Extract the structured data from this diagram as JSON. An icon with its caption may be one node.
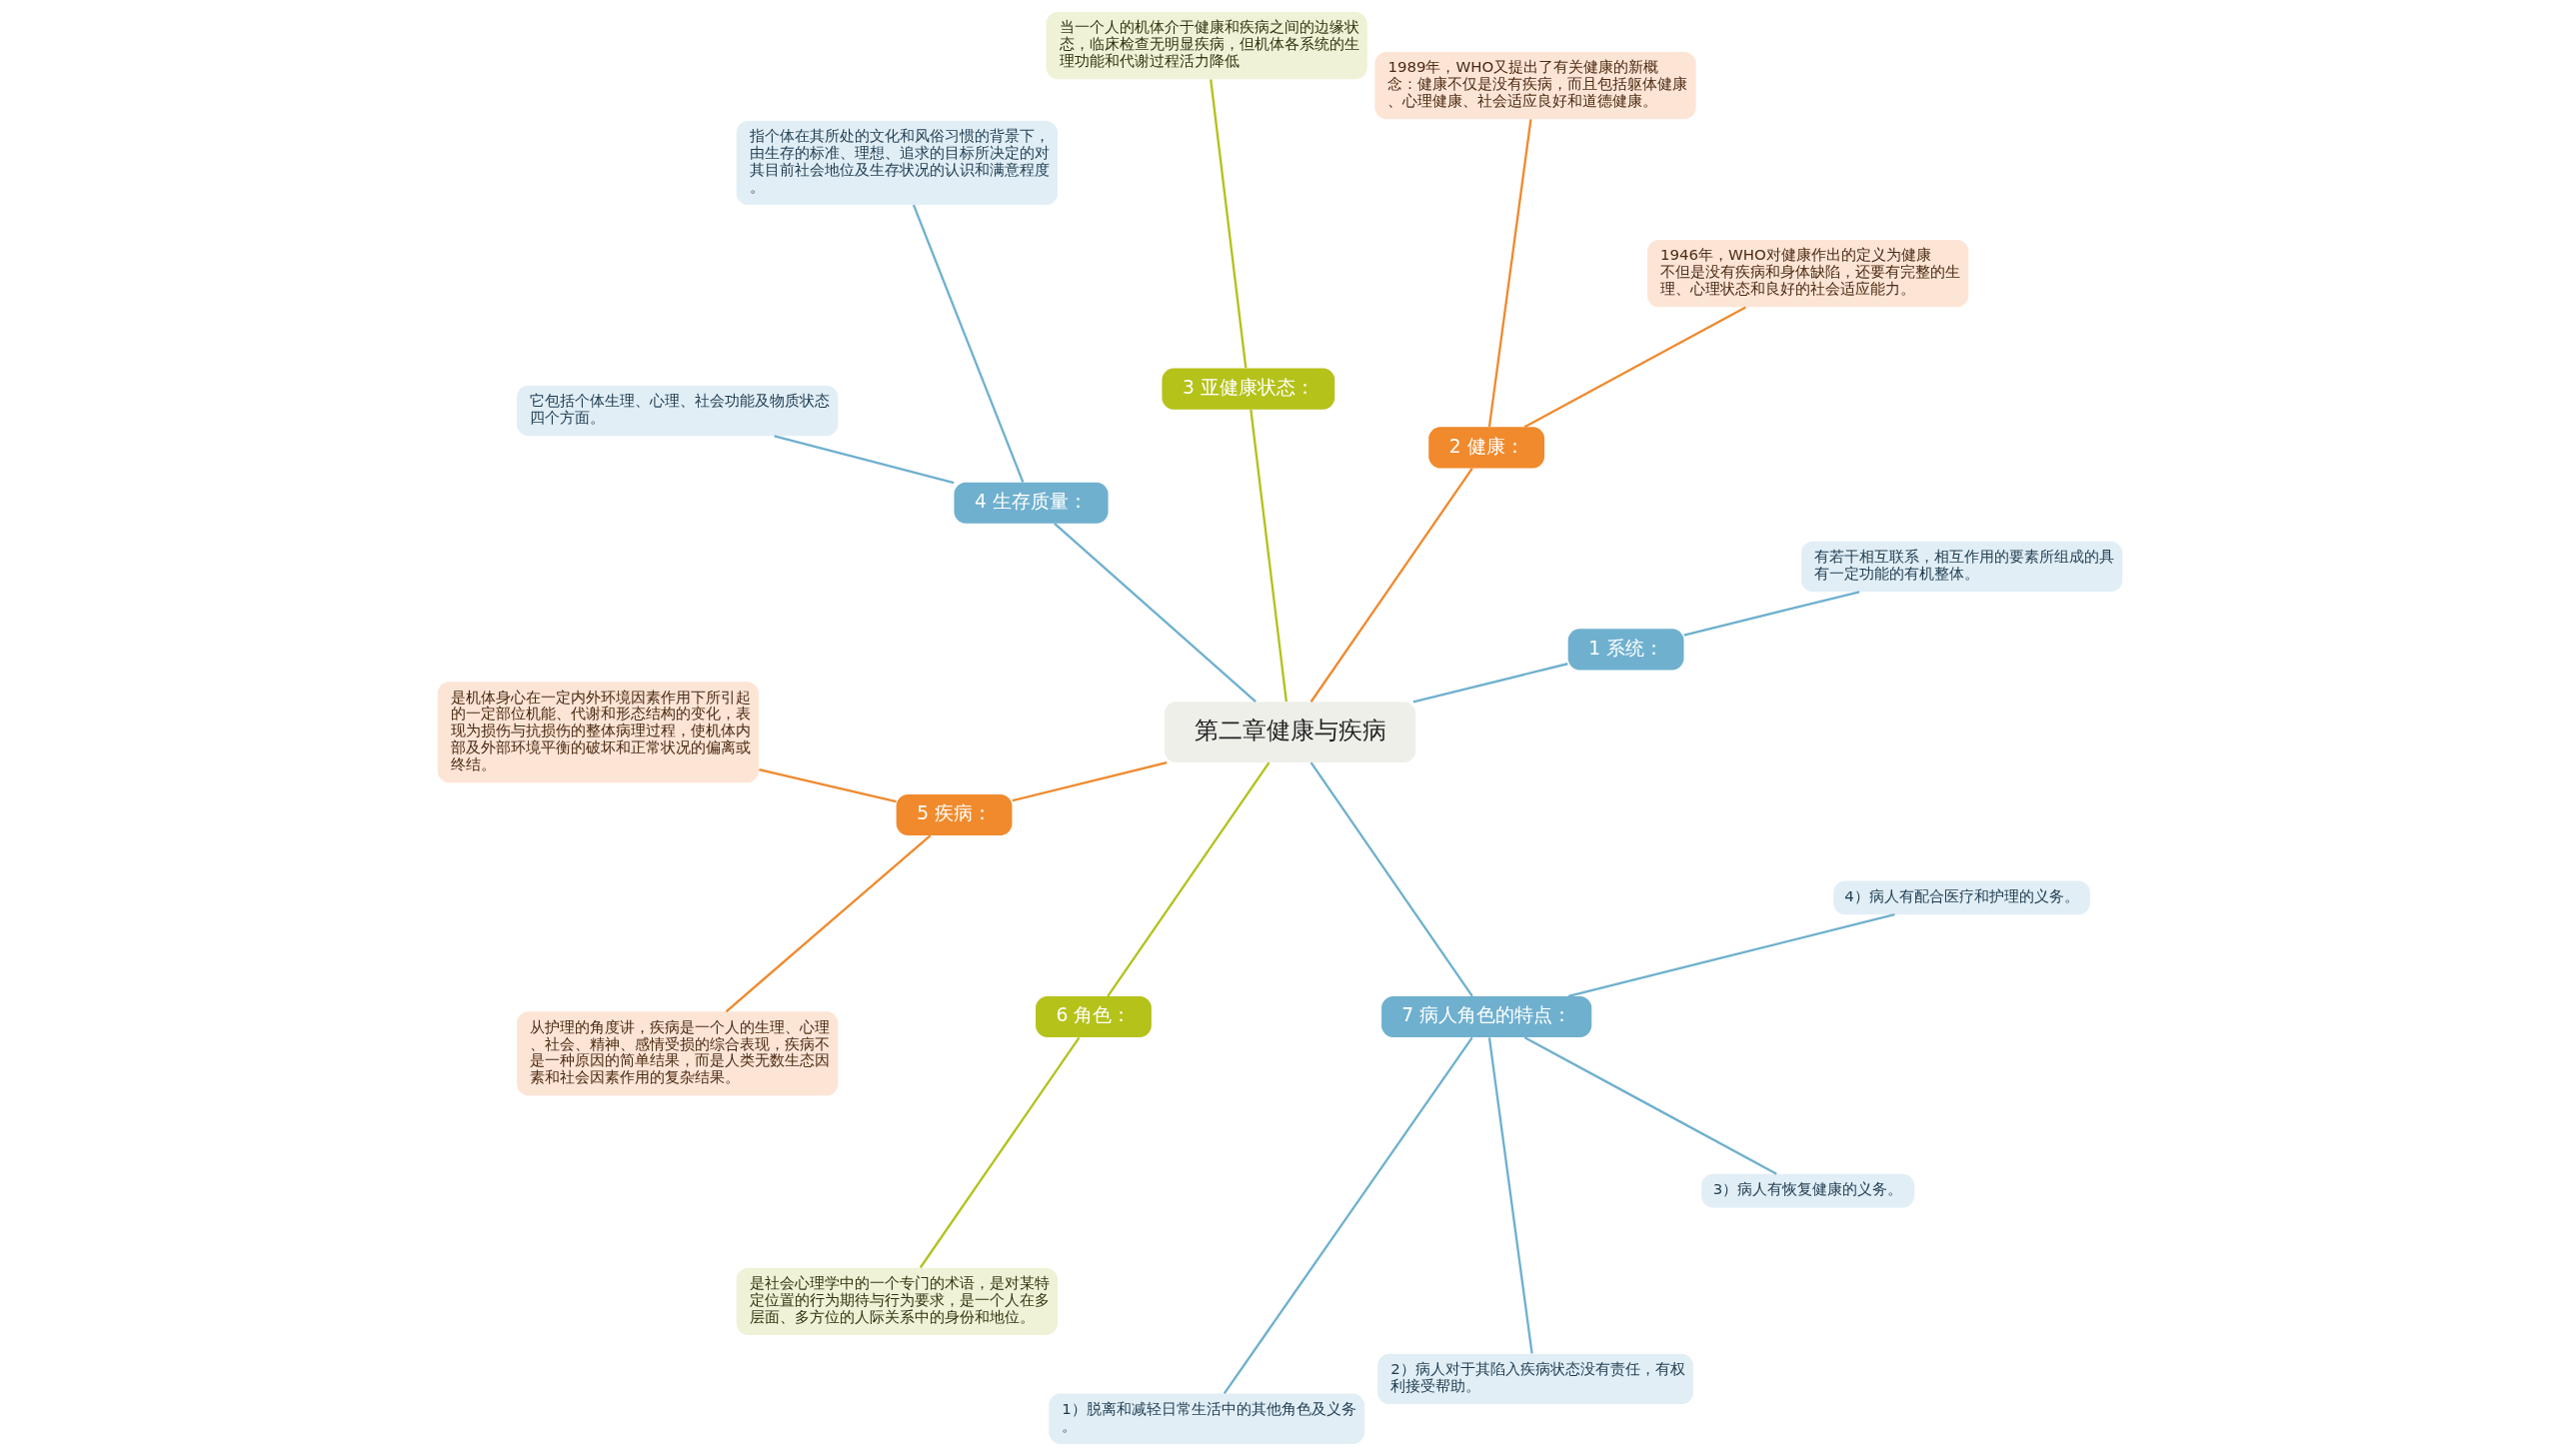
{
  "diagram": {
    "nodes": [
      {
        "text": [
          "第二章健康与疾病"
        ]
      },
      {
        "text": [
          "1 系统："
        ]
      },
      {
        "text": [
          "有若干相互联系，相互作用的要素所组成的具有一定功能的有机整体。"
        ]
      },
      {
        "text": [
          "2 健康："
        ]
      },
      {
        "text": [
          "1946年，WHO对健康作出的定义为健康不但是没有疾病和身体缺陷，还要有完整的生理、心理状态和良好的社会适应能力。"
        ]
      },
      {
        "text": [
          "1989年，WHO又提出了有关健康的新概念：健康不仅是没有疾病，而且包括躯体健康、心理健康、社会适应良好和道德健康。"
        ]
      },
      {
        "text": [
          "3 亚健康状态："
        ]
      },
      {
        "text": [
          "当一个人的机体介于健康和疾病之间的边缘状态，临床检查无明显疾病，但机体各系统的生理功能和代谢过程活力降低"
        ]
      },
      {
        "text": [
          "4 生存质量："
        ]
      },
      {
        "text": [
          "指个体在其所处的文化和风俗习惯的背景下，由生存的标准、理想、追求的目标所决定的对其目前社会地位及生存状况的认识和满意程度。"
        ]
      },
      {
        "text": [
          "它包括个体生理、心理、社会功能及物质状态四个方面。"
        ]
      },
      {
        "text": [
          "5 疾病："
        ]
      },
      {
        "text": [
          "是机体身心在一定内外环境因素作用下所引起的一定部位机能、代谢和形态结构的变化，表现为损伤与抗损伤的整体病理过程，使机体内部及外部环境平衡的破坏和正常状况的偏离或终结。"
        ]
      },
      {
        "text": [
          "从护理的角度讲，疾病是一个人的生理、心理、社会、精神、感情受损的综合表现，疾病不是一种原因的简单结果，而是人类无数生态因素和社会因素作用的复杂结果。"
        ]
      },
      {
        "text": [
          "6 角色："
        ]
      },
      {
        "text": [
          "是社会心理学中的一个专门的术语，是对某特定位置的行为期待与行为要求，是一个人在多层面、多方位的人际关系中的身份和地位。"
        ]
      },
      {
        "text": [
          "7 病人角色的特点："
        ]
      },
      {
        "text": [
          "1）脱离和减轻日常生活中的其他角色及义务。"
        ]
      },
      {
        "text": [
          "2）病人对于其陷入疾病状态没有责任，有权利接受帮助。"
        ]
      },
      {
        "text": [
          "3）病人有恢复健康的义务。"
        ]
      },
      {
        "text": [
          "4）病人有配合医疗和护理的义务。"
        ]
      }
    ],
    "edges": [
      {
        "from": 0,
        "to": 1,
        "arrow": "none"
      },
      {
        "from": 1,
        "to": 2,
        "arrow": "none"
      },
      {
        "from": 0,
        "to": 3,
        "arrow": "none",
        "color": "#ef8a2f"
      },
      {
        "from": 3,
        "to": 4,
        "arrow": "none",
        "color": "#ef8a2f"
      },
      {
        "from": 3,
        "to": 5,
        "arrow": "none",
        "color": "#ef8a2f"
      },
      {
        "from": 0,
        "to": 6,
        "arrow": "none",
        "color": "#b3c21c"
      },
      {
        "from": 6,
        "to": 7,
        "arrow": "none",
        "color": "#b3c21c"
      },
      {
        "from": 0,
        "to": 8,
        "arrow": "none"
      },
      {
        "from": 8,
        "to": 9,
        "arrow": "none"
      },
      {
        "from": 8,
        "to": 10,
        "arrow": "none"
      },
      {
        "from": 0,
        "to": 11,
        "arrow": "none",
        "color": "#ef8a2f"
      },
      {
        "from": 11,
        "to": 12,
        "arrow": "none",
        "color": "#ef8a2f"
      },
      {
        "from": 11,
        "to": 13,
        "arrow": "none",
        "color": "#ef8a2f"
      },
      {
        "from": 0,
        "to": 14,
        "arrow": "none",
        "color": "#b3c21c"
      },
      {
        "from": 14,
        "to": 15,
        "arrow": "none",
        "color": "#b3c21c"
      },
      {
        "from": 0,
        "to": 16,
        "arrow": "none"
      },
      {
        "from": 16,
        "to": 17,
        "arrow": "none"
      },
      {
        "from": 16,
        "to": 18,
        "arrow": "none"
      },
      {
        "from": 16,
        "to": 19,
        "arrow": "none"
      },
      {
        "from": 16,
        "to": 20,
        "arrow": "none"
      }
    ]
  }
}
